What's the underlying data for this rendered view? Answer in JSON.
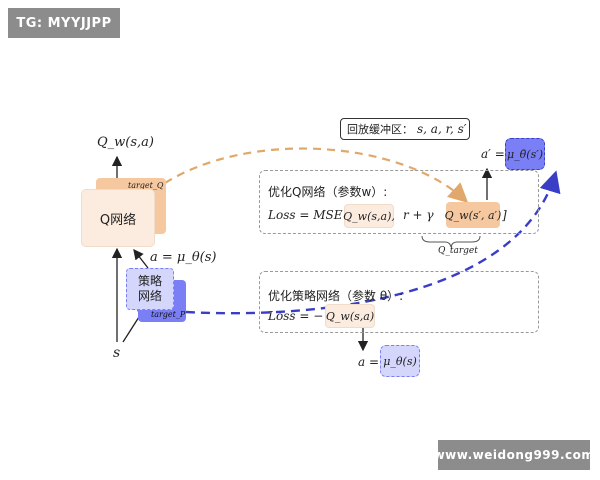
{
  "watermarks": {
    "top_left": "TG: MYYJJPP",
    "bottom_right": "www.weidong999.com"
  },
  "critic": {
    "output_label": "Q_w(s,a)",
    "target_tag": "target_Q",
    "box_label": "Q网络"
  },
  "actor": {
    "output_label": "a = μ_θ(s)",
    "box_label_line1": "策略",
    "box_label_line2": "网络",
    "target_tag": "target_P",
    "input_label": "s"
  },
  "replay_buffer": {
    "label": "回放缓冲区：",
    "tuple": "s, a, r, s′"
  },
  "target_action": {
    "prime_label": "a′ =",
    "value": "μ_θ̄(s′)"
  },
  "q_update": {
    "title": "优化Q网络（参数w）:",
    "loss_prefix": "Loss = MSE [",
    "q_term": "Q_w(s,a),",
    "target_term_prefix": "r + γ",
    "target_term": "Q_w(s′, a′)",
    "close": "]",
    "brace_label": "Q_target"
  },
  "policy_update": {
    "title": "优化策略网络（参数 θ）:",
    "loss_prefix": "Loss = −",
    "q_term": "Q_w(s,a)",
    "action_label": "a =",
    "action_value": "μ_θ(s)"
  },
  "colors": {
    "orange_fill": "#f6c8a0",
    "orange_light": "#fcecdf",
    "blue_fill": "#7b7ff5",
    "blue_light": "#d4d6fb",
    "orange_dash": "#e0a86a",
    "blue_dash": "#3a3ec7"
  }
}
